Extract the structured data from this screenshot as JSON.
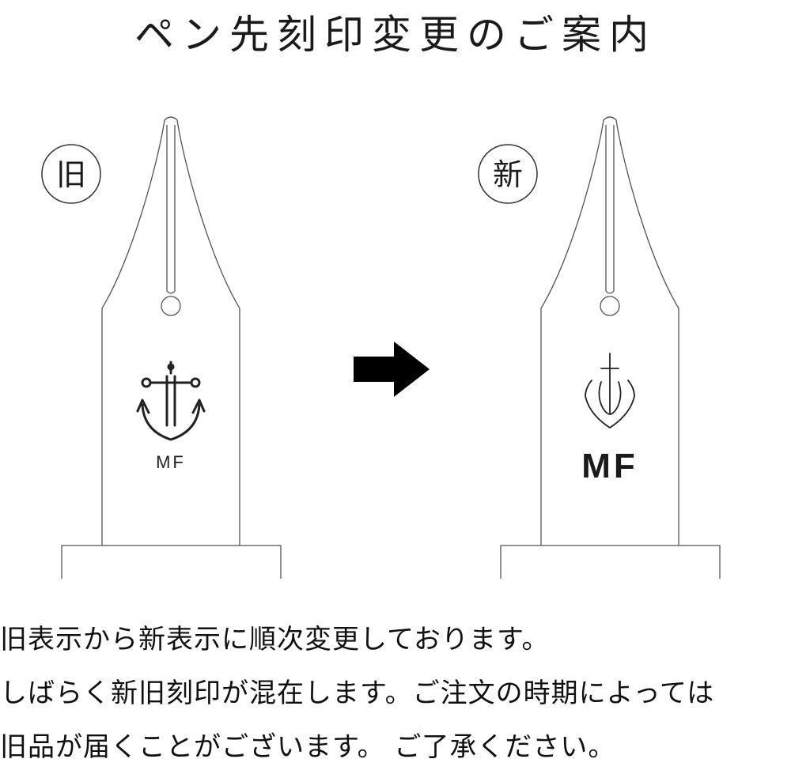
{
  "title": "ペン先刻印変更のご案内",
  "old_badge": "旧",
  "new_badge": "新",
  "old_mark_text": "MF",
  "new_mark_text": "MF",
  "notice_lines": [
    "旧表示から新表示に順次変更しております。",
    "しばらく新旧刻印が混在します。ご注文の時期によっては",
    "旧品が届くことがございます。 ご了承ください。"
  ],
  "icons": [
    "anchor-icon",
    "right-arrow-icon",
    "trident-shield-icon"
  ],
  "colors": {
    "line": "#555555",
    "text": "#111111",
    "arrow": "#000000"
  }
}
